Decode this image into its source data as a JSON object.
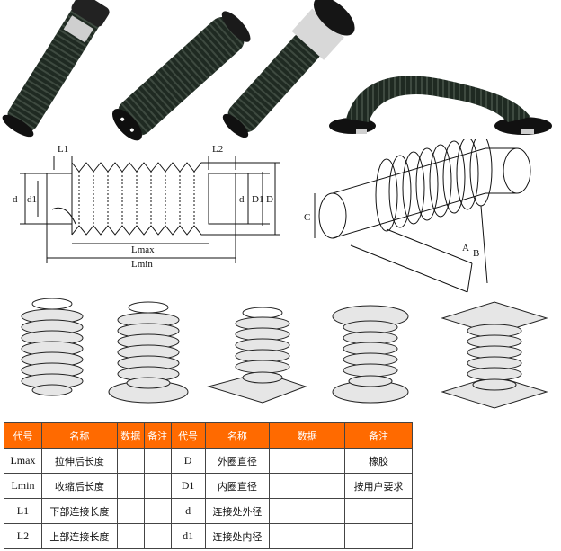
{
  "photos": {
    "items": [
      {
        "name": "bellows-photo-1",
        "tag": "label"
      },
      {
        "name": "bellows-photo-2",
        "tag": "label"
      },
      {
        "name": "bellows-photo-3",
        "tag": "label"
      },
      {
        "name": "bellows-photo-4",
        "tag": "label"
      }
    ]
  },
  "drawing": {
    "labels": {
      "L1": "L1",
      "L2": "L2",
      "d": "d",
      "d1": "d1",
      "D1": "D1",
      "D": "D",
      "Lmax": "Lmax",
      "Lmin": "Lmin",
      "C": "C",
      "A": "A",
      "B": "B"
    }
  },
  "table": {
    "headers": [
      "代号",
      "名称",
      "数据",
      "备注",
      "代号",
      "名称",
      "数据",
      "备注"
    ],
    "rows": [
      [
        "Lmax",
        "拉伸后长度",
        "",
        "",
        "D",
        "外圈直径",
        "",
        "橡胶"
      ],
      [
        "Lmin",
        "收缩后长度",
        "",
        "",
        "D1",
        "内圈直径",
        "",
        "按用户要求"
      ],
      [
        "L1",
        "下部连接长度",
        "",
        "",
        "d",
        "连接处外径",
        "",
        ""
      ],
      [
        "L2",
        "上部连接长度",
        "",
        "",
        "d1",
        "连接处内径",
        "",
        ""
      ]
    ],
    "colors": {
      "header_bg": "#ff6a00",
      "header_text": "#ffffff"
    }
  }
}
